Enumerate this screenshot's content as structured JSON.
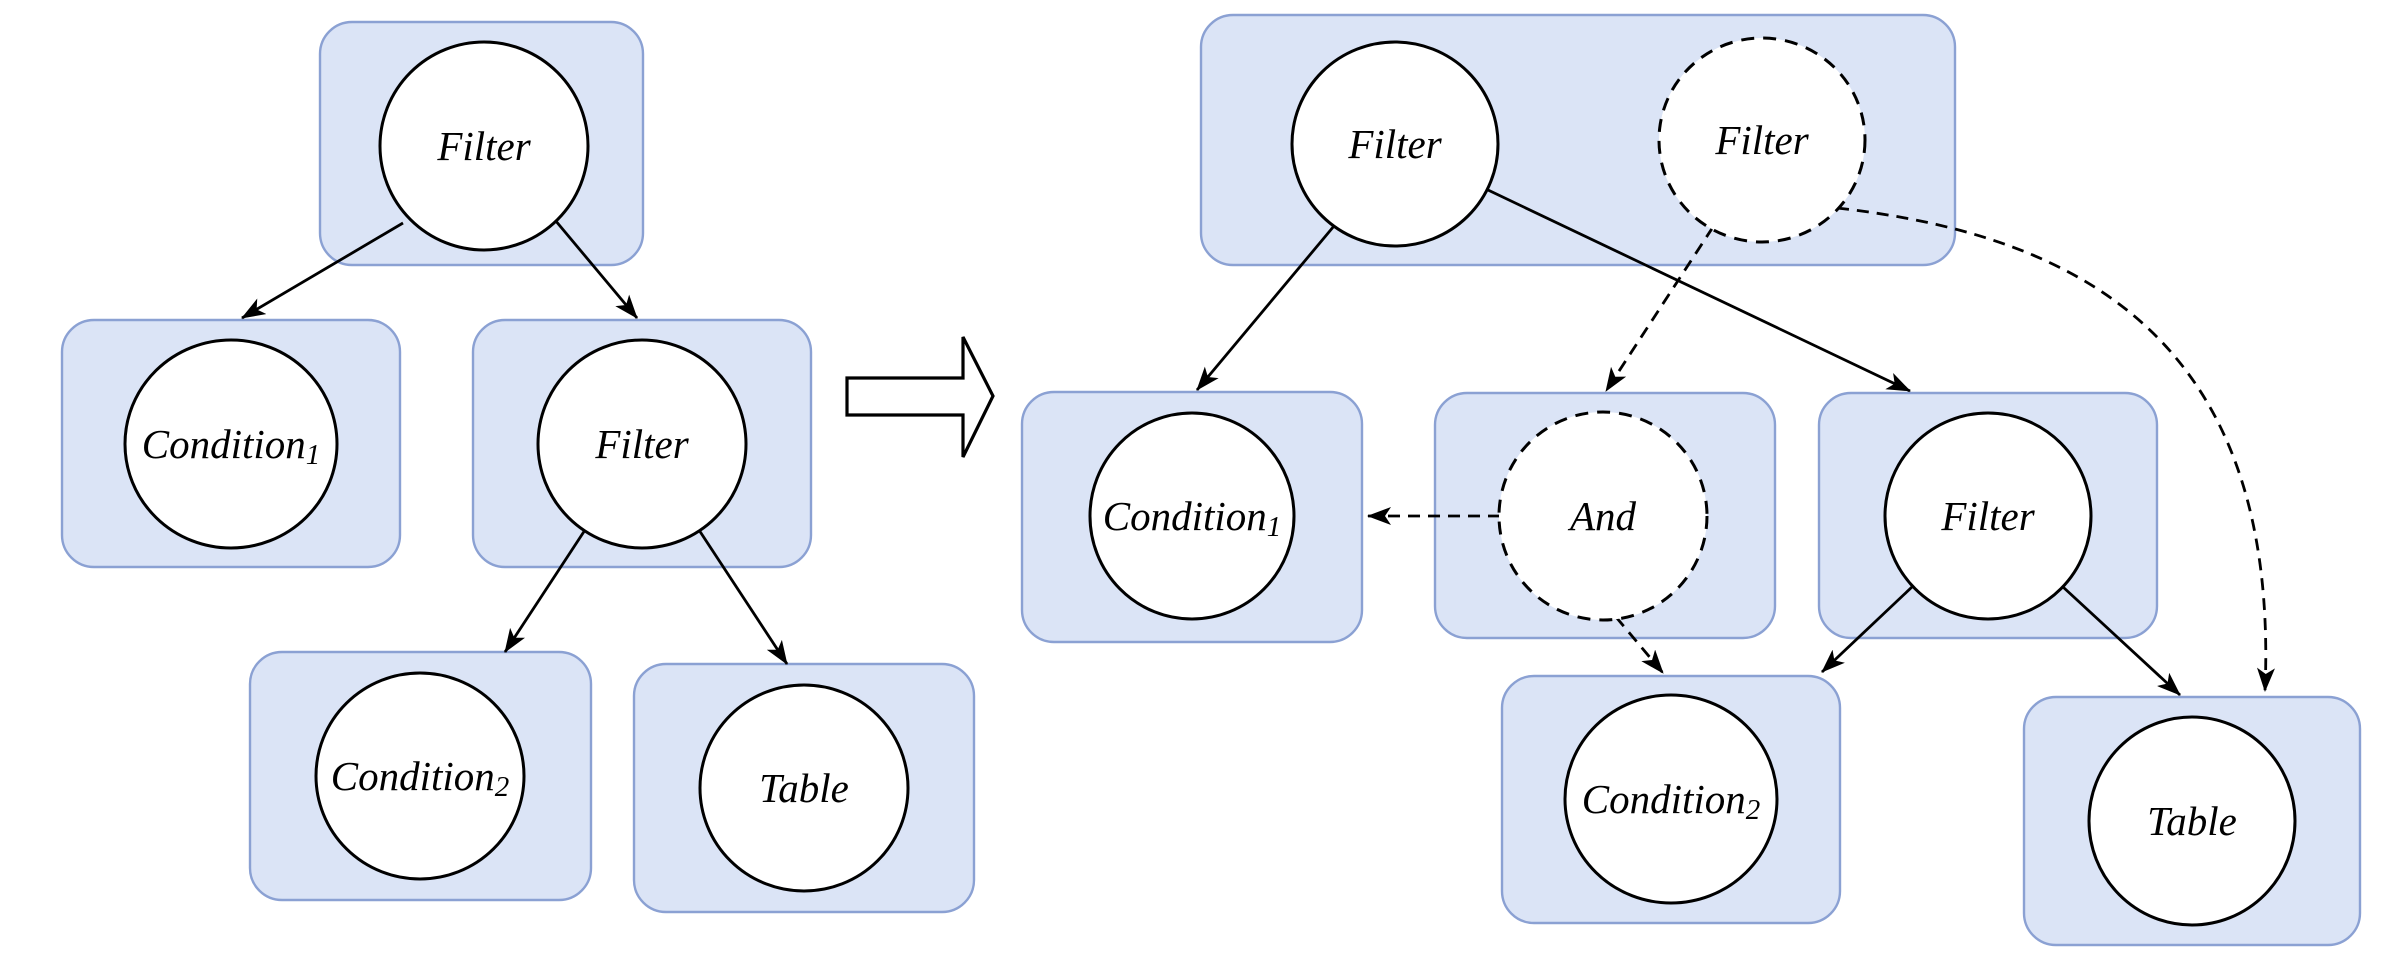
{
  "diagram": {
    "description": "Query tree rewrite diagram: a filter tree is transformed into a tree with an added dashed Filter/And branch",
    "colors": {
      "background": "#ffffff",
      "box_fill": "#dbe4f6",
      "box_stroke": "#8ba1d3",
      "node_fill": "#ffffff",
      "node_stroke": "#000000",
      "edge": "#000000"
    },
    "left_tree": {
      "nodes": {
        "root_filter": {
          "label": "Filter",
          "style": "solid"
        },
        "condition1": {
          "label": "Condition",
          "sub": "1",
          "style": "solid"
        },
        "filter": {
          "label": "Filter",
          "style": "solid"
        },
        "condition2": {
          "label": "Condition",
          "sub": "2",
          "style": "solid"
        },
        "table": {
          "label": "Table",
          "style": "solid"
        }
      },
      "edges": [
        {
          "from": "root_filter",
          "to": "condition1",
          "style": "solid"
        },
        {
          "from": "root_filter",
          "to": "filter",
          "style": "solid"
        },
        {
          "from": "filter",
          "to": "condition2",
          "style": "solid"
        },
        {
          "from": "filter",
          "to": "table",
          "style": "solid"
        }
      ]
    },
    "transform_arrow": {
      "direction": "right",
      "style": "hollow-block"
    },
    "right_tree": {
      "nodes": {
        "filter_solid": {
          "label": "Filter",
          "style": "solid"
        },
        "filter_dashed": {
          "label": "Filter",
          "style": "dashed"
        },
        "condition1": {
          "label": "Condition",
          "sub": "1",
          "style": "solid"
        },
        "and": {
          "label": "And",
          "style": "dashed"
        },
        "filter": {
          "label": "Filter",
          "style": "solid"
        },
        "condition2": {
          "label": "Condition",
          "sub": "2",
          "style": "solid"
        },
        "table": {
          "label": "Table",
          "style": "solid"
        }
      },
      "edges": [
        {
          "from": "filter_solid",
          "to": "condition1",
          "style": "solid"
        },
        {
          "from": "filter_solid",
          "to": "filter",
          "style": "solid"
        },
        {
          "from": "filter",
          "to": "condition2",
          "style": "solid"
        },
        {
          "from": "filter",
          "to": "table",
          "style": "solid"
        },
        {
          "from": "filter_dashed",
          "to": "and",
          "style": "dashed"
        },
        {
          "from": "and",
          "to": "condition1",
          "style": "dashed"
        },
        {
          "from": "and",
          "to": "condition2",
          "style": "dashed"
        },
        {
          "from": "filter_dashed",
          "to": "table",
          "style": "dashed"
        }
      ]
    }
  }
}
